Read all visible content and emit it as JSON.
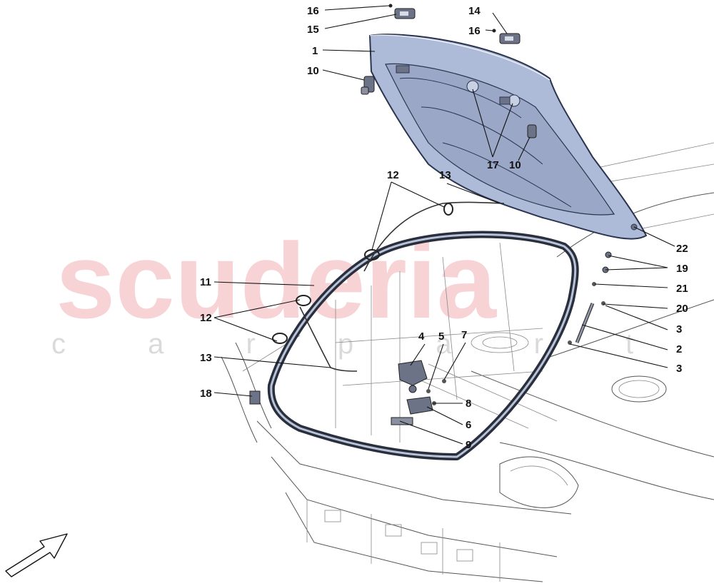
{
  "watermark": {
    "brand": "scuderia",
    "sub": "c a r p a r t s"
  },
  "callouts": {
    "c1": "1",
    "c2": "2",
    "c3a": "3",
    "c3b": "3",
    "c4": "4",
    "c5": "5",
    "c6": "6",
    "c7": "7",
    "c8": "8",
    "c9": "9",
    "c10a": "10",
    "c10b": "10",
    "c11": "11",
    "c12a": "12",
    "c12b": "12",
    "c13a": "13",
    "c13b": "13",
    "c14": "14",
    "c15": "15",
    "c16a": "16",
    "c16b": "16",
    "c17": "17",
    "c18": "18",
    "c19": "19",
    "c20": "20",
    "c21": "21",
    "c22": "22"
  },
  "colors": {
    "lid_fill": "#aebbd8",
    "lid_stroke": "#2b3550",
    "seal": "#2a2f3d",
    "seal_highlight": "#b9c3d8",
    "body_line": "#555555",
    "part_fill": "#6c7386"
  },
  "icons": {
    "orientation": "direction-arrow-icon"
  }
}
